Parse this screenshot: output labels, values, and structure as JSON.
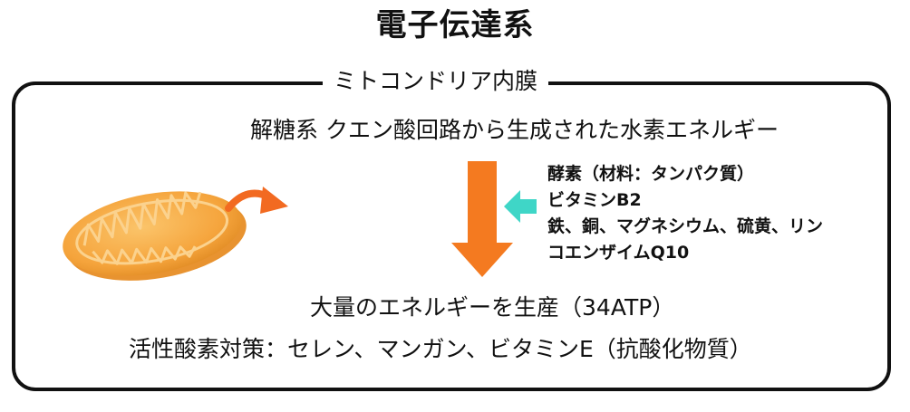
{
  "title": "電子伝達系",
  "frame_label": "ミトコンドリア内膜",
  "input_text": "解糖系 クエン酸回路から生成された水素エネルギー",
  "factors": [
    "酵素（材料：タンパク質）",
    "ビタミンB2",
    "鉄、銅、マグネシウム、硫黄、リン",
    "コエンザイムQ10"
  ],
  "output_text": "大量のエネルギーを生産（34ATP）",
  "antioxidant_text": "活性酸素対策：セレン、マンガン、ビタミンE（抗酸化物質）",
  "colors": {
    "main_arrow": "#f47a20",
    "side_arrow": "#3fd6c7",
    "mitochondria": "#f5a43c",
    "curved_arrow": "#f26a21"
  }
}
